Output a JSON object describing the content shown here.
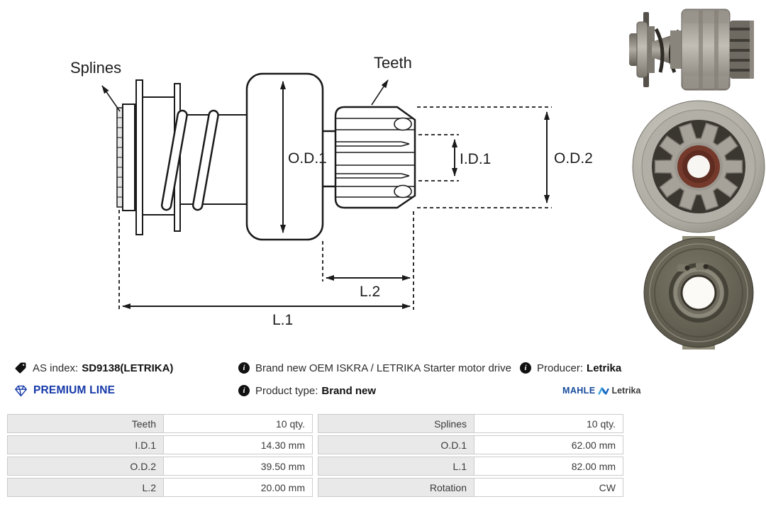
{
  "diagram": {
    "labels": {
      "splines": "Splines",
      "teeth": "Teeth",
      "od1": "O.D.1",
      "id1": "I.D.1",
      "od2": "O.D.2",
      "l2": "L.2",
      "l1": "L.1"
    }
  },
  "photos": {
    "side_view": "starter-drive-side-view",
    "front_view": "starter-drive-pinion-front-view",
    "back_view": "starter-drive-back-view"
  },
  "info": {
    "as_index_label": "AS index:",
    "as_index_value": "SD9138(LETRIKA)",
    "premium_line": "PREMIUM LINE",
    "description": "Brand new OEM ISKRA / LETRIKA Starter motor drive",
    "product_type_label": "Product type:",
    "product_type_value": "Brand new",
    "producer_label": "Producer:",
    "producer_value": "Letrika",
    "brand_logo": {
      "mahle": "MAHLE",
      "letrika": "Letrika"
    }
  },
  "spec_table": {
    "left_rows": [
      {
        "label": "Teeth",
        "value": "10 qty."
      },
      {
        "label": "I.D.1",
        "value": "14.30 mm"
      },
      {
        "label": "O.D.2",
        "value": "39.50 mm"
      },
      {
        "label": "L.2",
        "value": "20.00 mm"
      }
    ],
    "right_rows": [
      {
        "label": "Splines",
        "value": "10 qty."
      },
      {
        "label": "O.D.1",
        "value": "62.00 mm"
      },
      {
        "label": "L.1",
        "value": "82.00 mm"
      },
      {
        "label": "Rotation",
        "value": "CW"
      }
    ]
  },
  "colors": {
    "premium_blue": "#1538a8",
    "mahle_blue": "#164a9c",
    "wave_blue": "#2f8fd4",
    "table_label_bg": "#e9e9e9",
    "table_border": "#cccccc",
    "line_black": "#1a1a1a"
  }
}
